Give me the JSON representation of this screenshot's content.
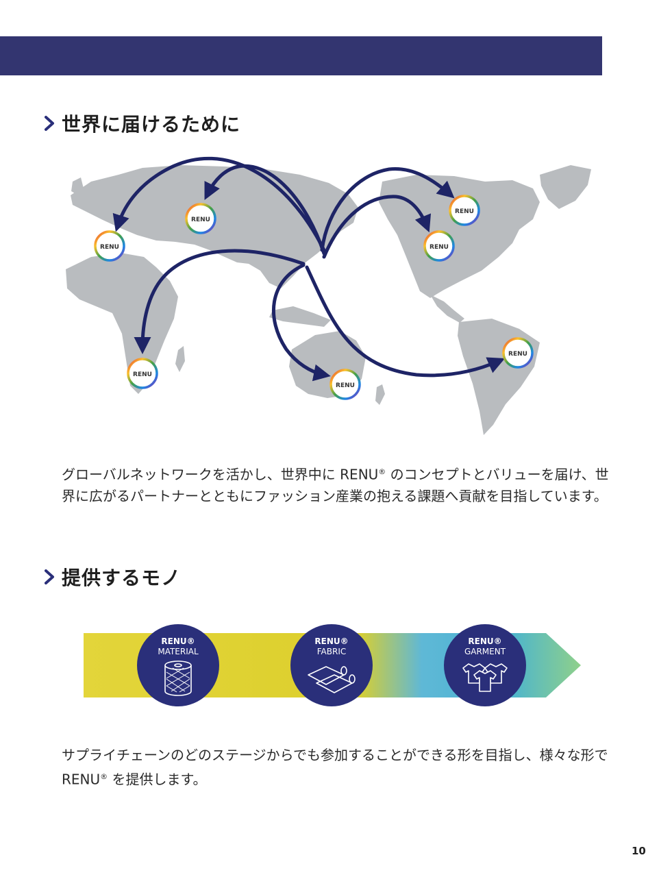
{
  "section1": {
    "title": "世界に届けるために"
  },
  "map": {
    "badge_label": "RENU",
    "land_color": "#b9bcbf",
    "arrow_color": "#1e2466"
  },
  "paragraph1": {
    "before_mark": "グローバルネットワークを活かし、世界中に RENU",
    "mark": "®",
    "after_mark": " のコンセプトとバリューを届け、世界に広がるパートナーとともにファッション産業の抱える課題へ貢献を目指しています。"
  },
  "section2": {
    "title": "提供するモノ"
  },
  "pipeline": {
    "stages": [
      {
        "brand": "RENU®",
        "name": "MATERIAL"
      },
      {
        "brand": "RENU®",
        "name": "FABRIC"
      },
      {
        "brand": "RENU®",
        "name": "GARMENT"
      }
    ],
    "circle_color": "#2a2f7a"
  },
  "paragraph2": {
    "before_mark": "サプライチェーンのどのステージからでも参加することができる形を目指し、様々な形で RENU",
    "mark": "®",
    "after_mark": " を提供します。"
  },
  "page_number": "10",
  "header_band_color": "#333570"
}
